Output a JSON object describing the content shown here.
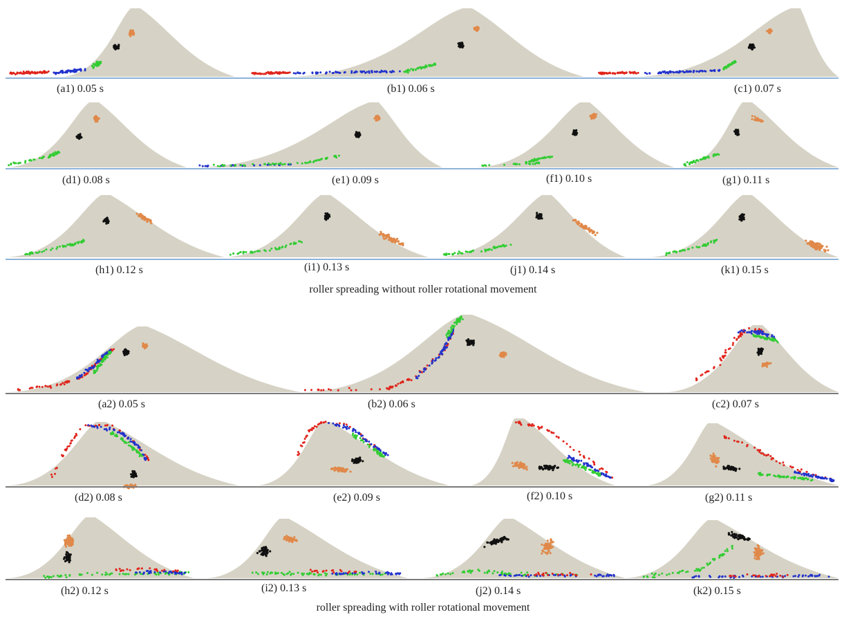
{
  "top_group": {
    "caption": "roller spreading without roller rotational movement",
    "panels": [
      {
        "id": "a1",
        "label": "(a1)  0.05 s"
      },
      {
        "id": "b1",
        "label": "(b1)  0.06 s"
      },
      {
        "id": "c1",
        "label": "(c1)  0.07 s"
      },
      {
        "id": "d1",
        "label": "(d1)  0.08 s"
      },
      {
        "id": "e1",
        "label": "(e1)  0.09 s"
      },
      {
        "id": "f1",
        "label": "(f1)  0.10 s"
      },
      {
        "id": "g1",
        "label": "(g1)  0.11 s"
      },
      {
        "id": "h1",
        "label": "(h1)  0.12 s"
      },
      {
        "id": "i1",
        "label": "(i1)  0.13 s"
      },
      {
        "id": "j1",
        "label": "(j1)  0.14 s"
      },
      {
        "id": "k1",
        "label": "(k1)  0.15 s"
      }
    ]
  },
  "bottom_group": {
    "caption": "roller spreading with roller rotational movement",
    "panels": [
      {
        "id": "a2",
        "label": "(a2)  0.05 s"
      },
      {
        "id": "b2",
        "label": "(b2)  0.06 s"
      },
      {
        "id": "c2",
        "label": "(c2)  0.07 s"
      },
      {
        "id": "d2",
        "label": "(d2)  0.08 s"
      },
      {
        "id": "e2",
        "label": "(e2)  0.09 s"
      },
      {
        "id": "f2",
        "label": "(f2)  0.10 s"
      },
      {
        "id": "g2",
        "label": "(g2)  0.11 s"
      },
      {
        "id": "h2",
        "label": "(h2)  0.12 s"
      },
      {
        "id": "i2",
        "label": "(i2)  0.13 s"
      },
      {
        "id": "j2",
        "label": "(j2)  0.14 s"
      },
      {
        "id": "k2",
        "label": "(k2)  0.15 s"
      }
    ]
  },
  "colors": {
    "powder": "#d6d3c6",
    "baseline_top": "#8db3d9",
    "baseline_bottom": "#7a7a7a",
    "red": "#e0251c",
    "blue": "#2233cc",
    "green": "#33cc33",
    "black": "#111111",
    "orange": "#e0894a"
  }
}
